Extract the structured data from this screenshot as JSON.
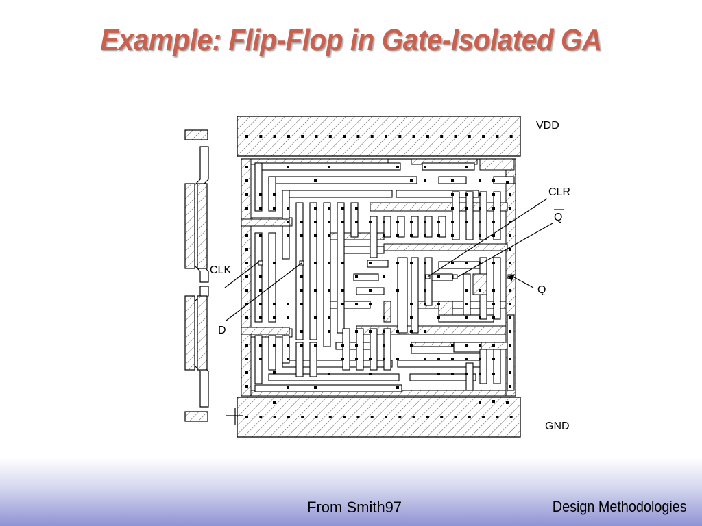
{
  "slide": {
    "title": "Example: Flip-Flop in Gate-Isolated GA"
  },
  "diagram": {
    "pin_labels": {
      "vdd": "VDD",
      "gnd": "GND",
      "clr": "CLR",
      "qbar": "Q",
      "q": "Q",
      "clk": "CLK",
      "d": "D"
    }
  },
  "footer": {
    "source": "From Smith97",
    "course": "Design Methodologies"
  }
}
